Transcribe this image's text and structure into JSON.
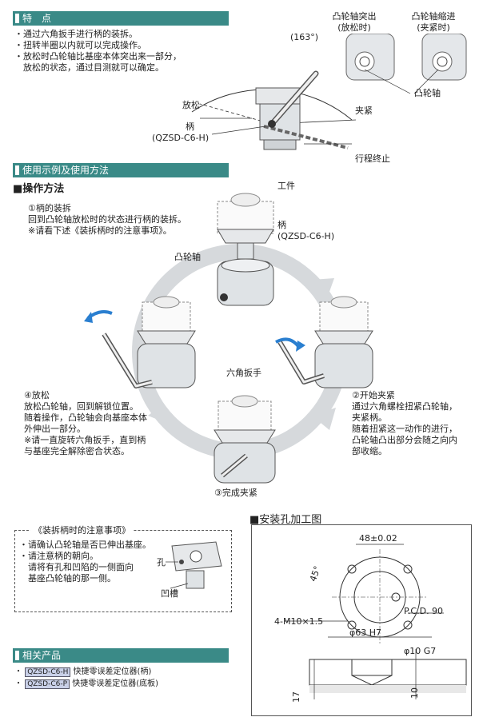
{
  "features": {
    "bar_title": "特　点",
    "bullets": [
      "・通过六角扳手进行柄的装拆。",
      "・扭转半圈以内就可以完成操作。",
      "・放松时凸轮轴比基座本体突出来一部分，",
      "　放松的状态，通过目测就可以确定。"
    ],
    "angle_label": "(163°)",
    "label_loosen": "放松",
    "label_handle": "柄",
    "label_handle_model": "(QZSD-C6-H)",
    "label_clamp": "夹紧",
    "label_stroke_end": "行程终止",
    "cam_protrude_title": "凸轮轴突出",
    "cam_protrude_sub": "(放松时)",
    "cam_retract_title": "凸轮轴缩进",
    "cam_retract_sub": "(夹紧时)",
    "label_cam": "凸轮轴"
  },
  "usage": {
    "bar_title": "使用示例及使用方法",
    "heading": "■操作方法",
    "step1": [
      "①柄的装拆",
      "回到凸轮轴放松时的状态进行柄的装拆。",
      "※请看下述《装拆柄时的注意事项》。"
    ],
    "label_workpiece": "工件",
    "label_handle": "柄",
    "label_handle_model": "(QZSD-C6-H)",
    "label_cam": "凸轮轴",
    "label_hex_wrench": "六角扳手",
    "step2": [
      "②开始夹紧",
      "通过六角螺栓扭紧凸轮轴，",
      "夹紧柄。",
      "随着扭紧这一动作的进行，",
      "凸轮轴凸出部分会随之向内",
      "部收缩。"
    ],
    "step3": "③完成夹紧",
    "step4": [
      "④放松",
      "放松凸轮轴，回到解锁位置。",
      "随着操作，凸轮轴会向基座本体",
      "外伸出一部分。",
      "※请一直旋转六角扳手，直到柄",
      "与基座完全解除密合状态。"
    ]
  },
  "notes": {
    "title": "《装拆柄时的注意事项》",
    "lines": [
      "・请确认凸轮轴是否已伸出基座。",
      "・请注意柄的朝向。",
      "　请将有孔和凹陷的一侧面向",
      "　基座凸轮轴的那一侧。"
    ],
    "label_hole": "孔",
    "label_groove": "凹槽"
  },
  "mounting": {
    "heading": "■安装孔加工图",
    "dim_width": "48±0.02",
    "dim_angle": "45°",
    "dim_pcd": "P.C.D. 90",
    "dim_thread": "4-M10×1.5",
    "dim_bore": "φ63 H7",
    "dim_pin": "φ10 G7",
    "dim_17": "17",
    "dim_10": "10"
  },
  "related": {
    "bar_title": "相关产品",
    "items": [
      {
        "code": "QZSD-C6-H",
        "name": "快捷零误差定位器(柄)"
      },
      {
        "code": "QZSD-C6-P",
        "name": "快捷零误差定位器(底板)"
      }
    ]
  },
  "colors": {
    "accent": "#3a8a87",
    "blue": "#2a7fd0",
    "ring": "#d6d9dc",
    "body": "#dfe3e6"
  }
}
